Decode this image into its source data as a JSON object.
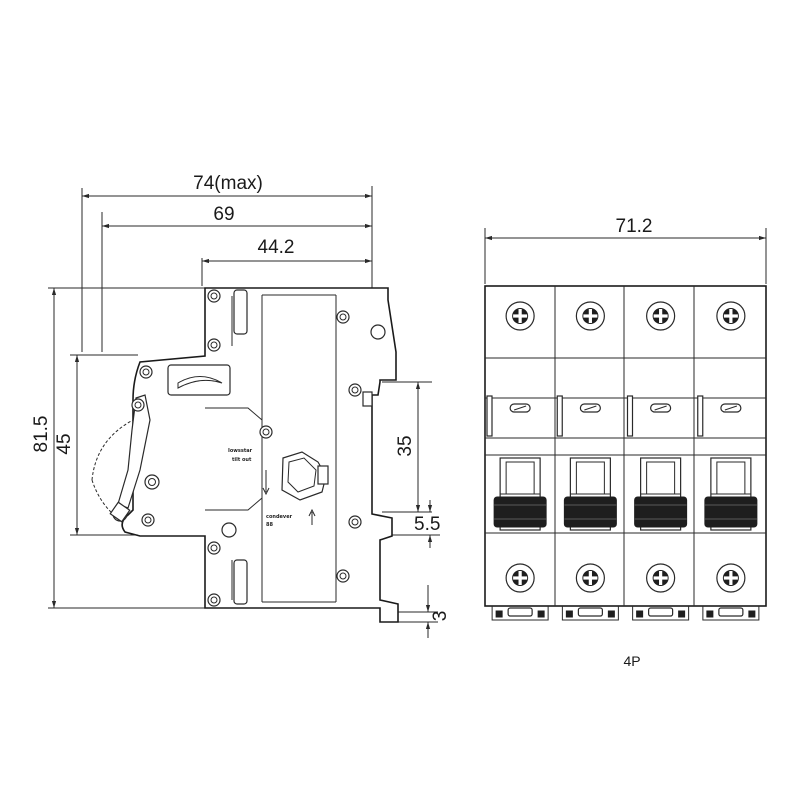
{
  "side_view": {
    "dim_74": "74(max)",
    "dim_69": "69",
    "dim_44": "44.2",
    "dim_81": "81.5",
    "dim_45": "45",
    "dim_35": "35",
    "dim_5_5": "5.5",
    "dim_3": "3",
    "label_brk1": "Iowsstar",
    "label_brk2": "tilt out",
    "label_brk3": "condever",
    "label_brk4": "88"
  },
  "front_view": {
    "dim_71": "71.2",
    "caption": "4P",
    "pole_count": 4
  }
}
